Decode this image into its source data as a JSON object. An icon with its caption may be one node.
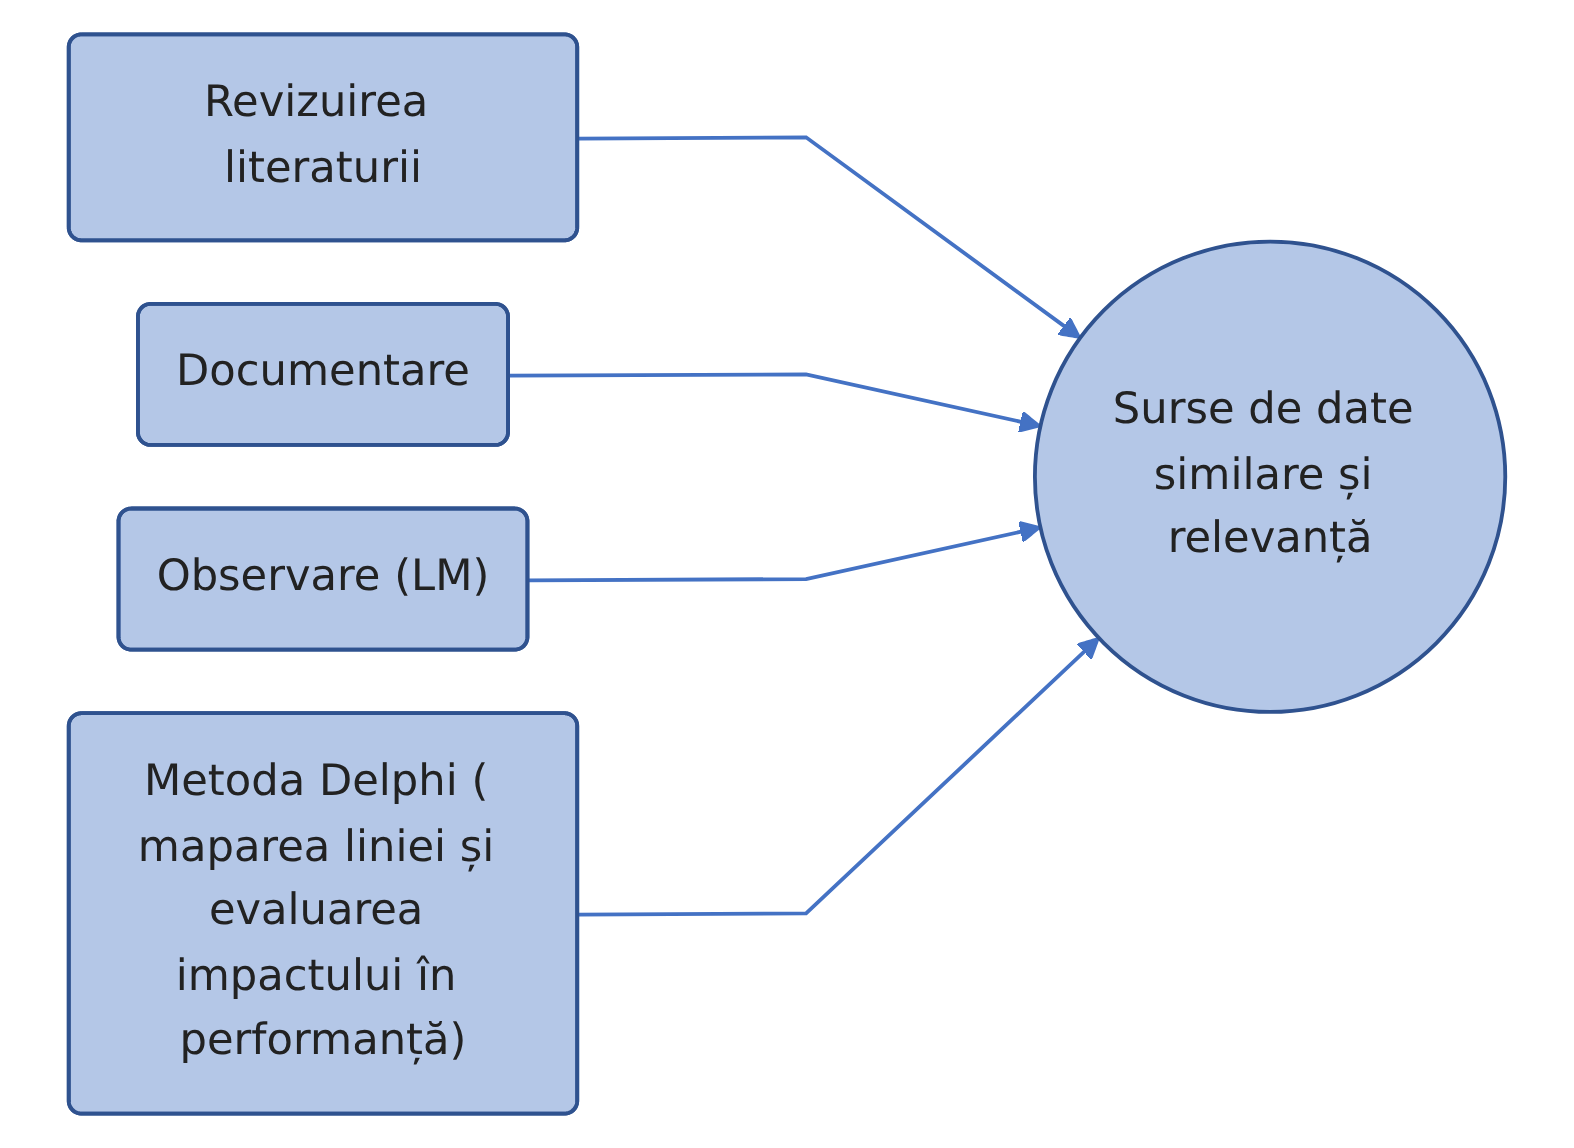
{
  "diagram": {
    "nodes": [
      {
        "text": [
          "Revizuirea literaturii"
        ]
      },
      {
        "text": [
          "Documentare"
        ]
      },
      {
        "text": [
          "Observare (LM)"
        ]
      },
      {
        "text": [
          "Metoda Delphi ( maparea liniei și evaluarea impactului în performanță)"
        ]
      },
      {
        "text": [
          "Surse de date similare și relevanță"
        ]
      }
    ],
    "edges": [
      {
        "from": 0,
        "to": 4,
        "arrow": "to"
      },
      {
        "from": 1,
        "to": 4,
        "arrow": "to"
      },
      {
        "from": 2,
        "to": 4,
        "arrow": "to"
      },
      {
        "from": 3,
        "to": 4,
        "arrow": "to"
      }
    ]
  }
}
